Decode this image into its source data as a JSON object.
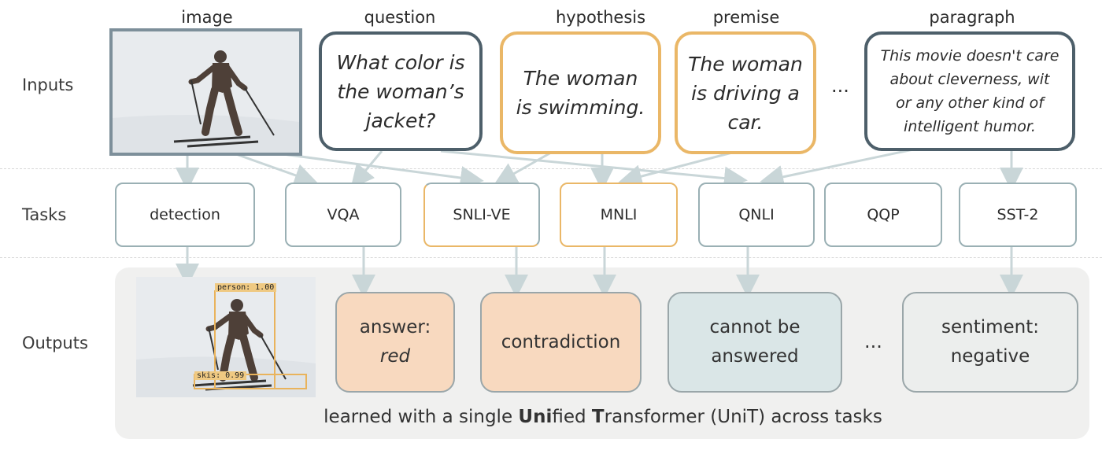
{
  "row_labels": {
    "inputs": "Inputs",
    "tasks": "Tasks",
    "outputs": "Outputs"
  },
  "input_labels": {
    "image": "image",
    "question": "question",
    "hypothesis": "hypothesis",
    "premise": "premise",
    "paragraph": "paragraph"
  },
  "inputs": {
    "question": [
      "What color is",
      "the woman’s",
      "jacket?"
    ],
    "hypothesis": [
      "The woman",
      "is swimming."
    ],
    "premise": [
      "The woman",
      "is driving a",
      "car."
    ],
    "paragraph": [
      "This movie doesn't care",
      "about cleverness, wit",
      "or any other kind of",
      "intelligent humor."
    ],
    "ellipsis": "..."
  },
  "tasks": [
    "detection",
    "VQA",
    "SNLI-VE",
    "MNLI",
    "QNLI",
    "QQP",
    "SST-2"
  ],
  "detections": {
    "person": "person: 1.00",
    "skis": "skis: 0.99"
  },
  "outputs": {
    "answer": [
      "answer:",
      "red"
    ],
    "contradiction": "contradiction",
    "cannot": [
      "cannot be",
      "answered"
    ],
    "sentiment": [
      "sentiment:",
      "negative"
    ],
    "ellipsis": "..."
  },
  "footer": {
    "pre": "learned with a single ",
    "u_bold": "Uni",
    "u_rest": "fied ",
    "t_bold": "T",
    "t_rest": "ransformer (UniT) across tasks"
  },
  "colors": {
    "dark_border": "#4d5f6a",
    "orange": "#eab767",
    "task_border": "#9ab0b4",
    "arrow": "#c9d6d8",
    "peach": "#f8d9bf",
    "blue": "#dae6e7",
    "grey": "#eceeed"
  }
}
